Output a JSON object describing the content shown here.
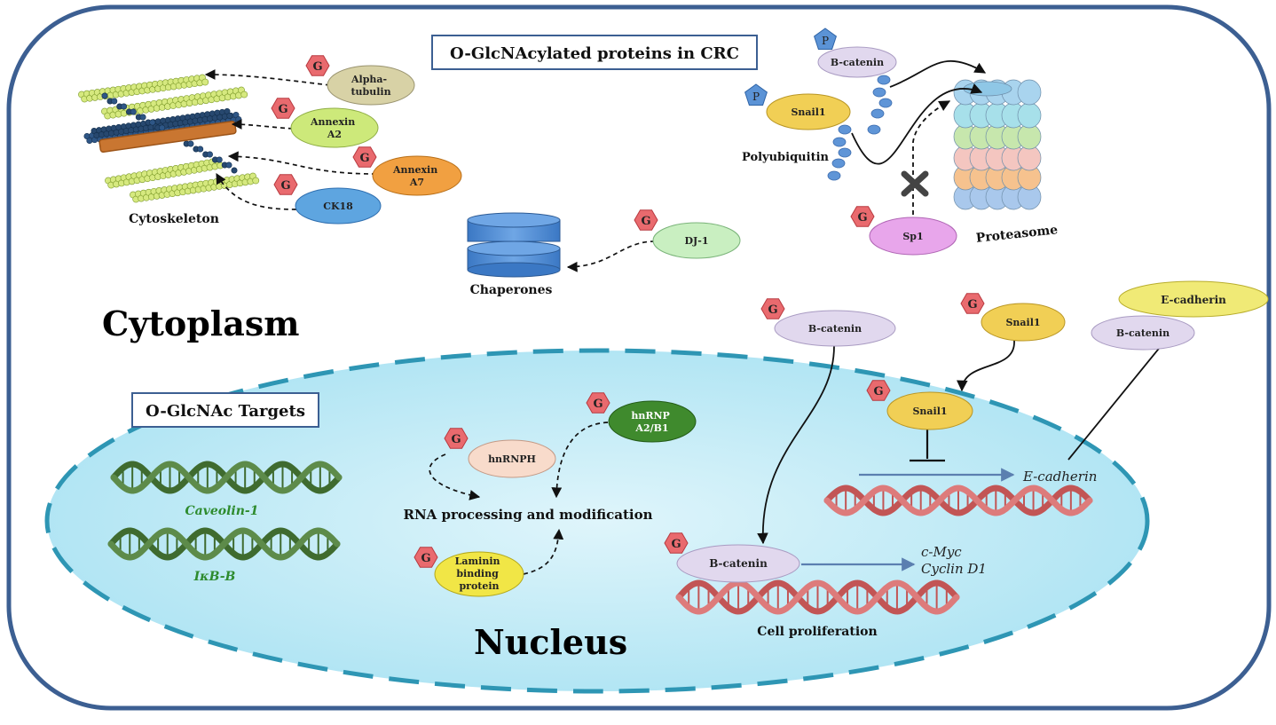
{
  "title": "O-GlcNAcylated proteins in CRC",
  "targets_title": "O-GlcNAc Targets",
  "compartments": {
    "cytoplasm": "Cytoplasm",
    "nucleus": "Nucleus"
  },
  "glyco_tag": "G",
  "phospho_tag": "P",
  "colors": {
    "cell_border": "#3c5f92",
    "nucleus_fill": "#bfeaf6",
    "nucleus_border": "#2e96b4",
    "glyco_tag": "#e96a6e",
    "phospho_tag": "#5b93d6",
    "ubiquitin": "#5f95d7",
    "dna_green": "#5d8b4a",
    "dna_red": "#dd6f6f",
    "target_text": "#2e8b2e",
    "activation_arrow": "#5b7fb0"
  },
  "cytoskeleton": {
    "label": "Cytoskeleton",
    "proteins": [
      {
        "name": "Alpha-tubulin",
        "lines": [
          "Alpha-",
          "tubulin"
        ],
        "color": "#d8d2a6"
      },
      {
        "name": "Annexin A2",
        "lines": [
          "Annexin",
          "A2"
        ],
        "color": "#cde97a"
      },
      {
        "name": "Annexin A7",
        "lines": [
          "Annexin",
          "A7"
        ],
        "color": "#f1a041"
      },
      {
        "name": "CK18",
        "lines": [
          "CK18"
        ],
        "color": "#5ea5e0"
      }
    ]
  },
  "chaperones": {
    "label": "Chaperones",
    "protein": "DJ-1",
    "protein_color": "#c9efc1"
  },
  "proteasome": {
    "label": "Proteasome",
    "polyubiquitin_label": "Polyubiquitin",
    "phosphorylated_proteins": [
      {
        "name": "B-catenin",
        "color": "#e1d8ee"
      },
      {
        "name": "Snail1",
        "color": "#f1cf55"
      }
    ],
    "blocked_protein": {
      "name": "Sp1",
      "color": "#e8a6eb"
    }
  },
  "rna": {
    "label": "RNA processing and modification",
    "proteins": [
      {
        "name": "hnRNPH",
        "lines": [
          "hnRNPH"
        ],
        "color": "#f8dbcb",
        "text_color": "#222222"
      },
      {
        "name": "hnRNP A2/B1",
        "lines": [
          "hnRNP",
          "A2/B1"
        ],
        "color": "#3f8a2d",
        "text_color": "#ffffff"
      },
      {
        "name": "Laminin binding protein",
        "lines": [
          "Laminin",
          "binding",
          "protein"
        ],
        "color": "#f1e646",
        "text_color": "#222222"
      }
    ]
  },
  "targets": [
    {
      "gene": "Caveolin-1"
    },
    {
      "gene": "IκB-B"
    }
  ],
  "emt": {
    "cytoplasmic_bcatenin": "B-catenin",
    "cytoplasmic_snail": "Snail1",
    "nuclear_snail": "Snail1",
    "ecadherin_gene": "E-cadherin",
    "membrane_complex": {
      "top": "E-cadherin",
      "bottom": "B-catenin"
    }
  },
  "proliferation": {
    "protein": "B-catenin",
    "target_genes": [
      "c-Myc",
      "Cyclin D1"
    ],
    "label": "Cell proliferation"
  }
}
